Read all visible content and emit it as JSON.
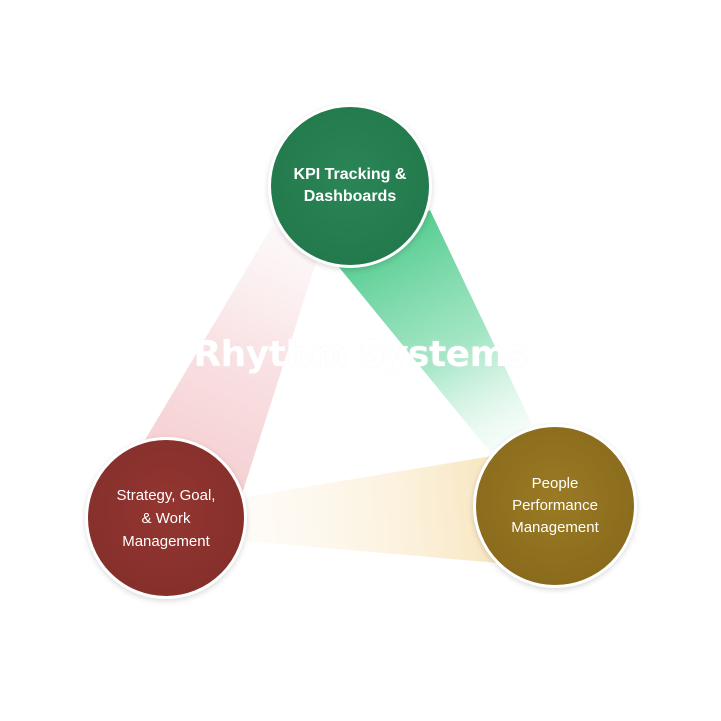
{
  "diagram": {
    "center_title": "Rhythm Systems",
    "nodes": {
      "kpi": {
        "lines": [
          "KPI Tracking &",
          "Dashboards"
        ],
        "color": "#237a4d"
      },
      "strategy": {
        "lines": [
          "Strategy, Goal,",
          "& Work",
          "Management"
        ],
        "color": "#86302c"
      },
      "people": {
        "lines": [
          "People",
          "Performance",
          "Management"
        ],
        "color": "#8b6c1d"
      }
    },
    "connector_colors": {
      "kpi_to_people": "#5fd09a",
      "strategy_to_kpi": "#f2b9bd",
      "strategy_to_people": "#f9e3b8"
    }
  }
}
